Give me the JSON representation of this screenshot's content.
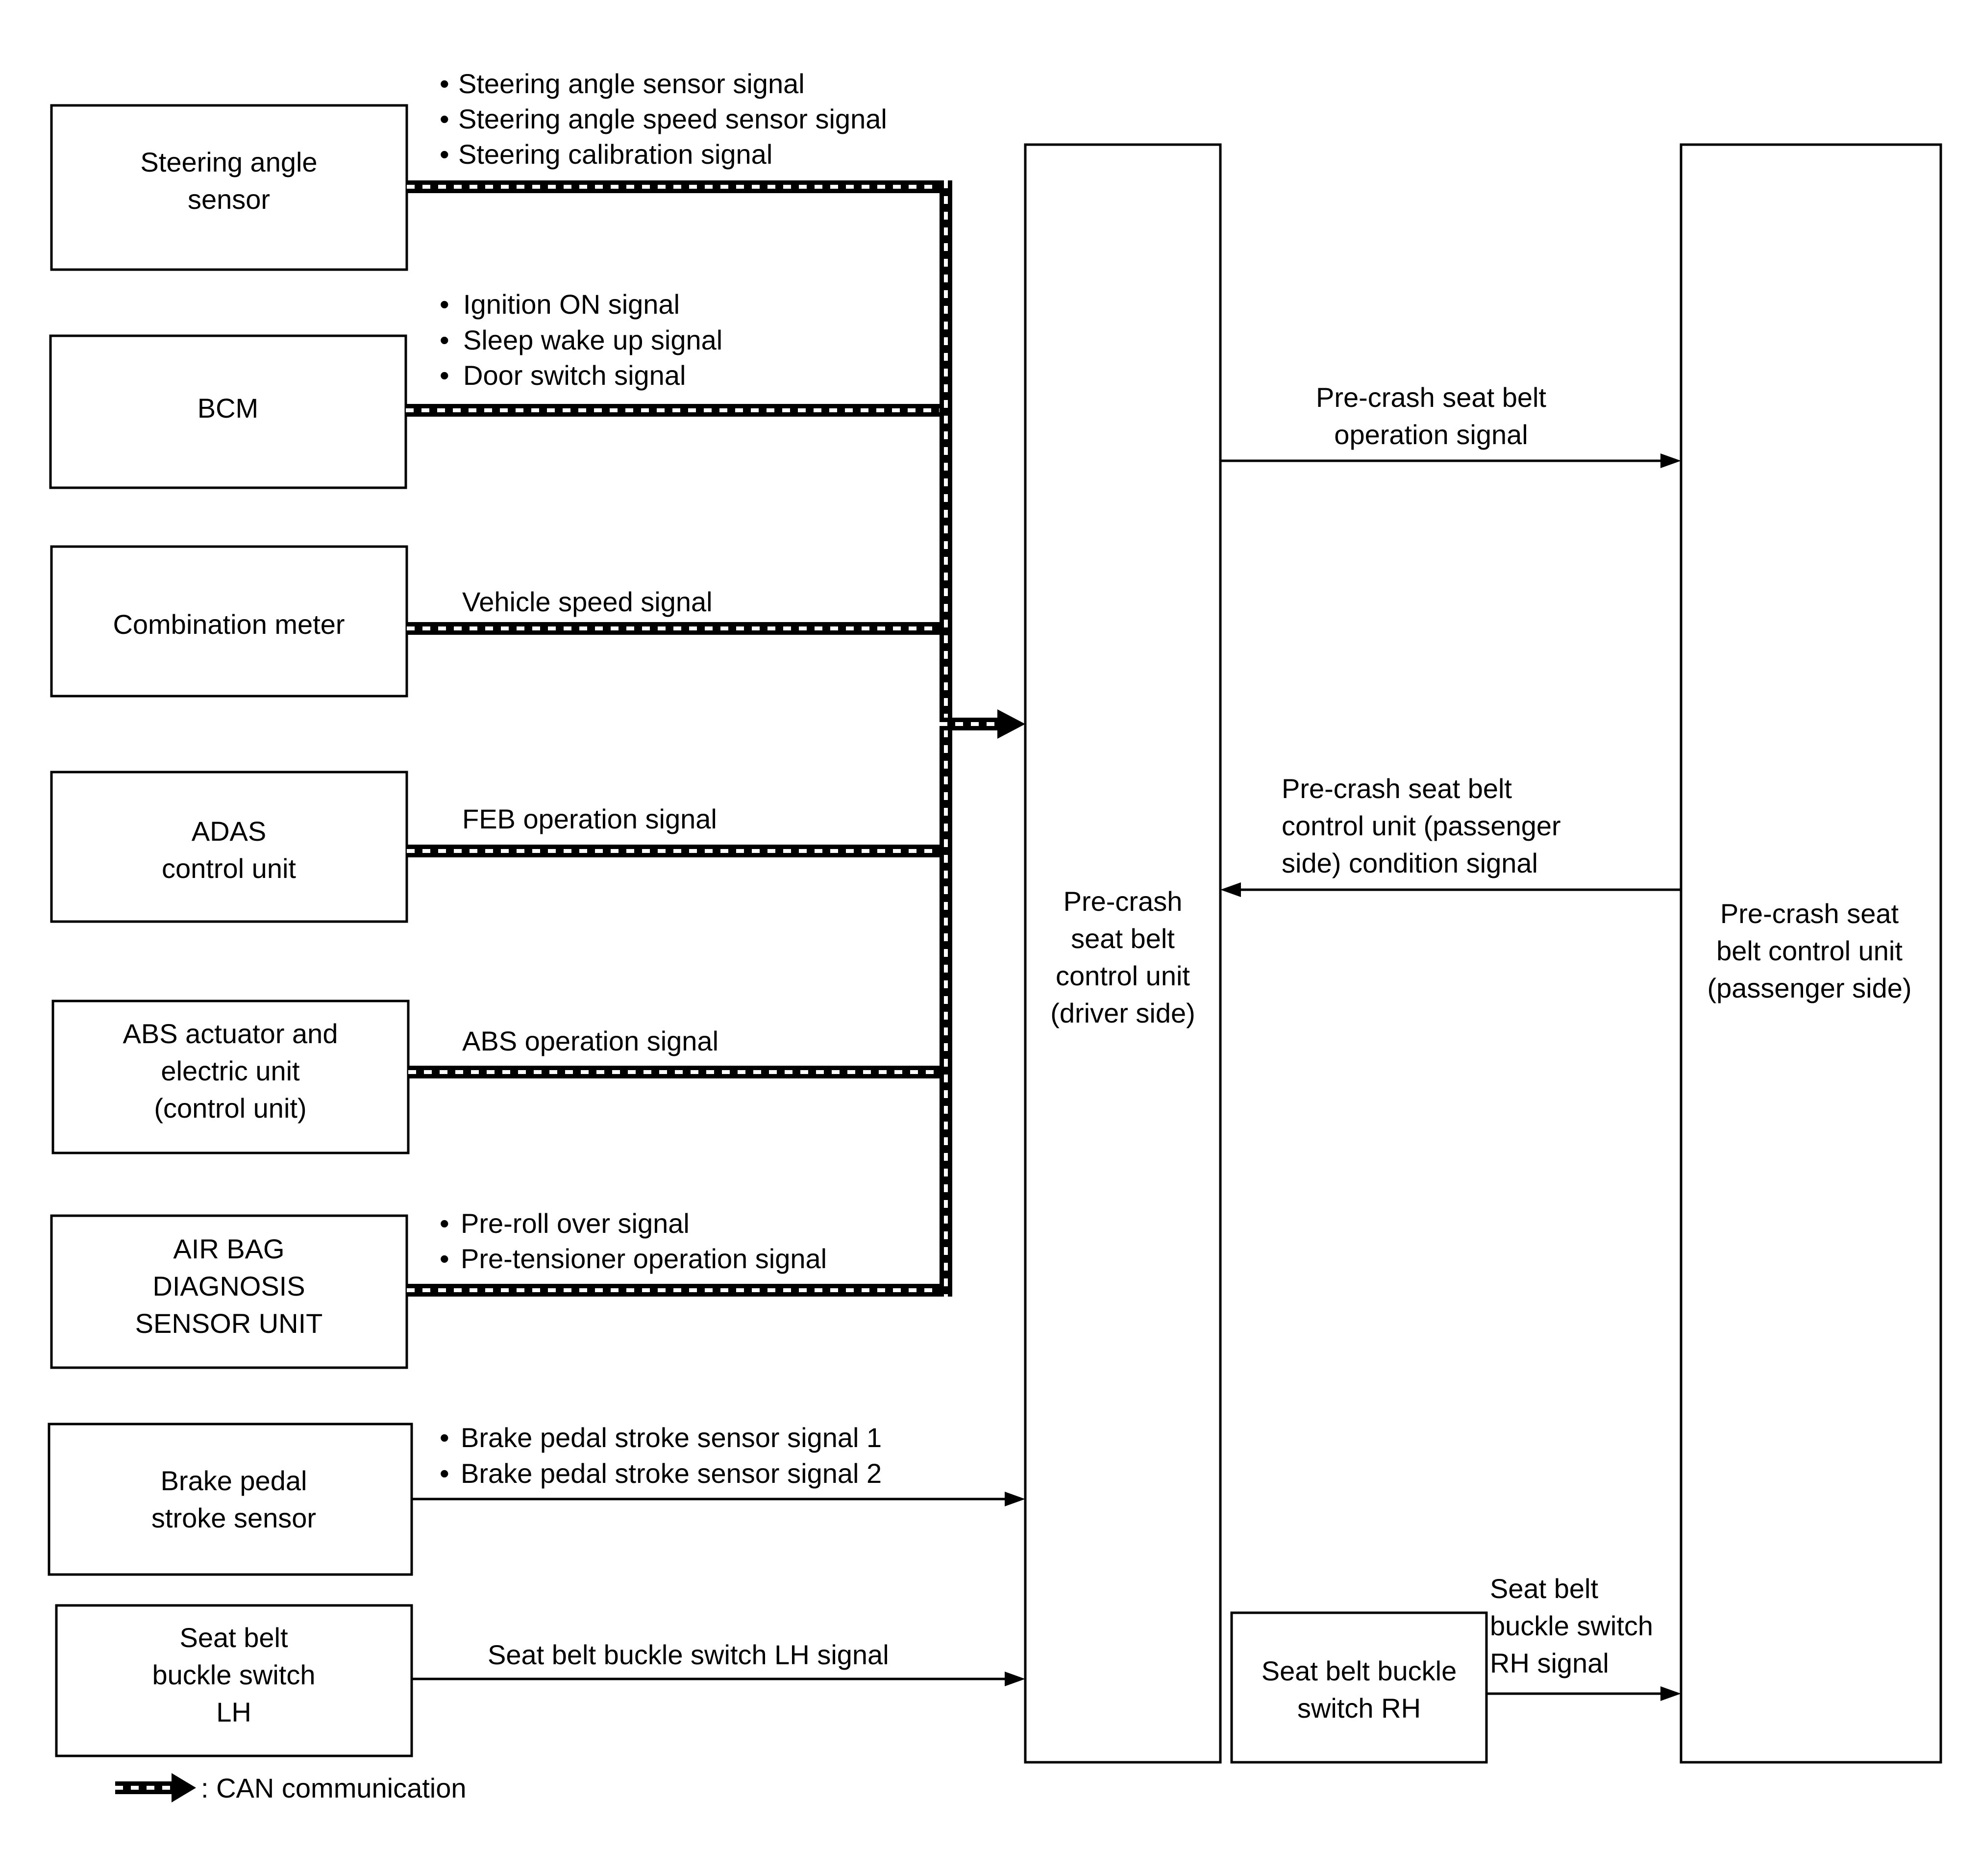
{
  "boxes": {
    "steering_angle_sensor": [
      "Steering angle",
      "sensor"
    ],
    "bcm": [
      "BCM"
    ],
    "combination_meter": [
      "Combination meter"
    ],
    "adas_control_unit": [
      "ADAS",
      "control unit"
    ],
    "abs_actuator": [
      "ABS actuator and",
      "electric unit",
      "(control unit)"
    ],
    "air_bag_unit": [
      "AIR BAG",
      "DIAGNOSIS",
      "SENSOR UNIT"
    ],
    "brake_pedal_stroke_sensor": [
      "Brake pedal",
      "stroke sensor"
    ],
    "seat_belt_buckle_lh": [
      "Seat belt",
      "buckle switch",
      "LH"
    ],
    "control_unit_driver": [
      "Pre-crash",
      "seat belt",
      "control unit",
      "(driver side)"
    ],
    "control_unit_passenger": [
      "Pre-crash seat",
      "belt control unit",
      "(passenger side)"
    ],
    "seat_belt_buckle_rh": [
      "Seat belt buckle",
      "switch RH"
    ]
  },
  "signals": {
    "steering": [
      "Steering angle sensor signal",
      "Steering angle speed sensor signal",
      "Steering calibration signal"
    ],
    "bcm": [
      "Ignition ON signal",
      "Sleep wake up signal",
      "Door switch signal"
    ],
    "meter": [
      "Vehicle speed signal"
    ],
    "adas": [
      "FEB operation signal"
    ],
    "abs": [
      "ABS operation signal"
    ],
    "airbag": [
      "Pre-roll over signal",
      "Pre-tensioner operation signal"
    ],
    "brake": [
      "Brake pedal stroke sensor signal 1",
      "Brake pedal stroke sensor signal 2"
    ],
    "buckle_lh": [
      "Seat belt buckle switch LH signal"
    ],
    "operation": [
      "Pre-crash seat belt",
      "operation signal"
    ],
    "condition": [
      "Pre-crash seat belt",
      "control unit (passenger",
      "side) condition signal"
    ],
    "buckle_rh": [
      "Seat belt",
      "buckle switch",
      "RH signal"
    ]
  },
  "bullet": "•",
  "legend": {
    "label": ": CAN communication"
  },
  "colors": {
    "line": "#000000",
    "background": "#ffffff"
  }
}
